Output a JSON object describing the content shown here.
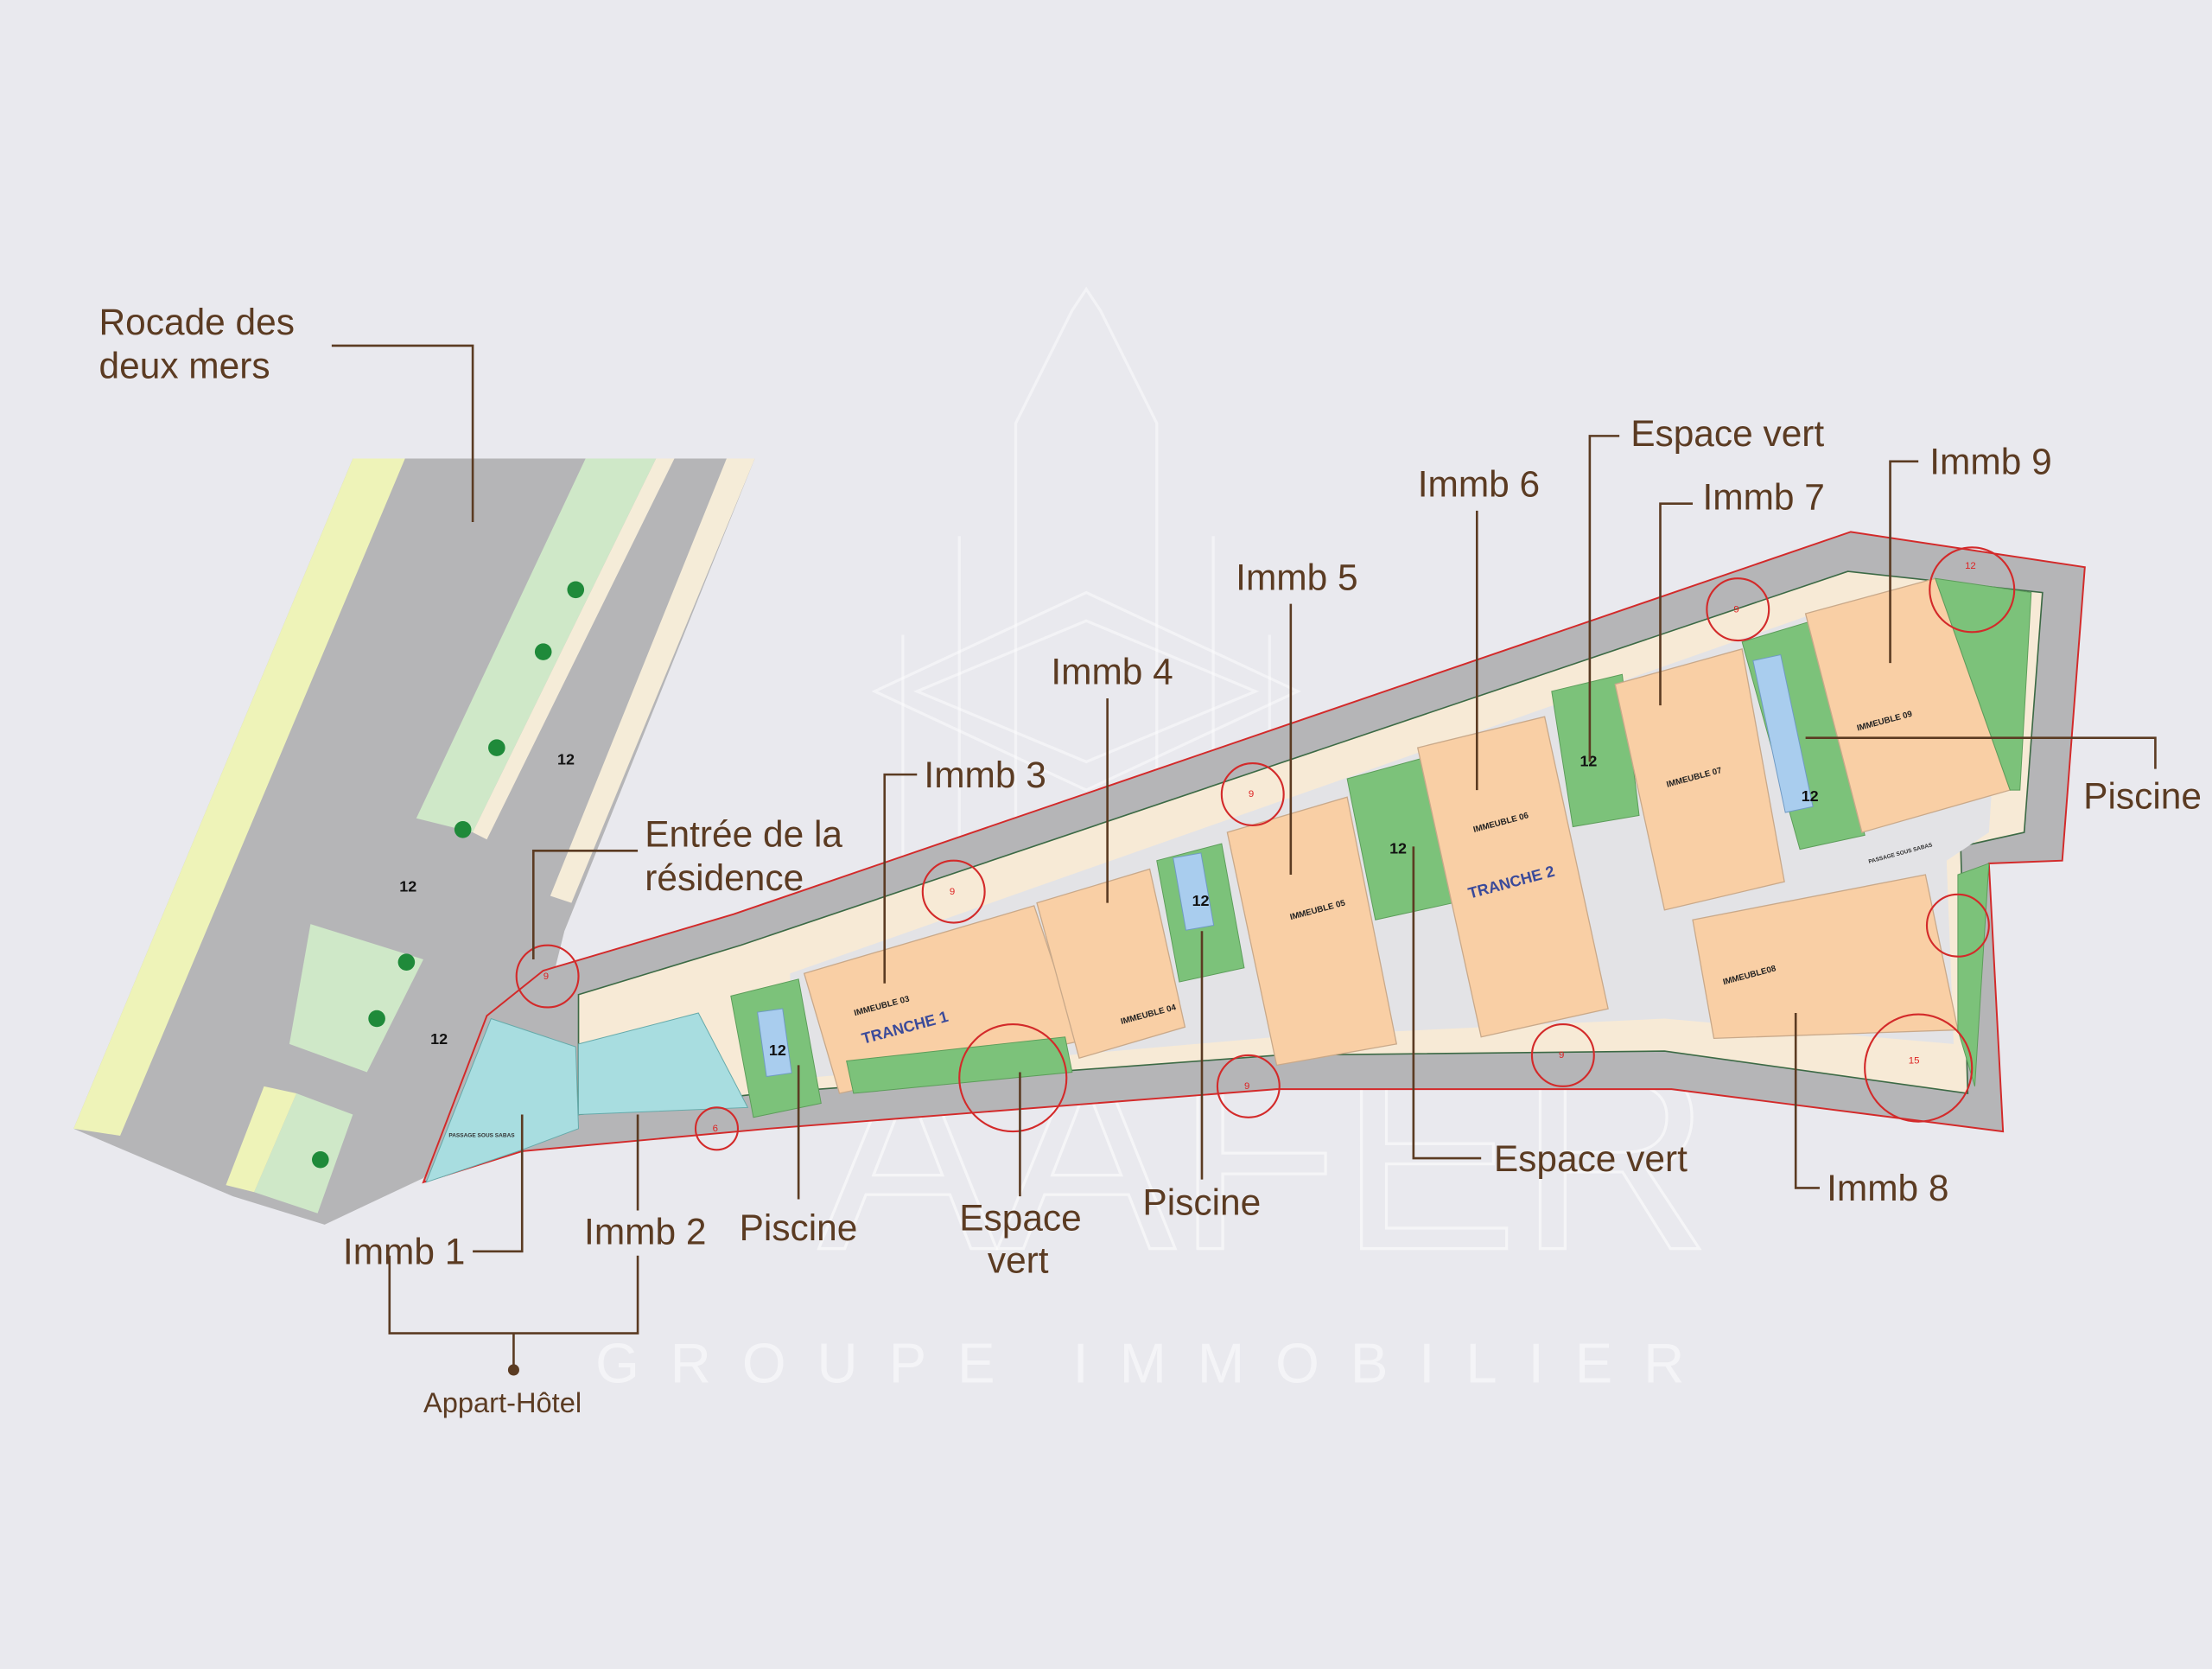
{
  "labels": {
    "rocade": [
      "Rocade des",
      "deux mers"
    ],
    "entree": [
      "Entrée de la",
      "résidence"
    ],
    "immb1": "Immb 1",
    "immb2": "Immb 2",
    "immb3": "Immb 3",
    "immb4": "Immb 4",
    "immb5": "Immb 5",
    "immb6": "Immb 6",
    "immb7": "Immb 7",
    "immb8": "Immb 8",
    "immb9": "Immb 9",
    "espace_vert_top": "Espace vert",
    "espace_vert_right": "Espace vert",
    "espace_vert_bottom": [
      "Espace",
      "vert"
    ],
    "piscine_left": "Piscine",
    "piscine_center": "Piscine",
    "piscine_right": "Piscine",
    "appart_hotel": "Appart-Hôtel"
  },
  "plan": {
    "buildings": [
      "IMMEUBLE 03",
      "IMMEUBLE 04",
      "IMMEUBLE 05",
      "IMMEUBLE 06",
      "IMMEUBLE 07",
      "IMMEUBLE08",
      "IMMEUBLE 09"
    ],
    "tranches": [
      "TRANCHE 1",
      "TRANCHE 2"
    ],
    "passage": "PASSAGE SOUS SABAS",
    "road_widths": [
      "12",
      "12",
      "12",
      "12",
      "12",
      "12",
      "12",
      "12"
    ],
    "circle_numbers": [
      "9",
      "9",
      "9",
      "9",
      "9",
      "9",
      "12",
      "15",
      "6"
    ]
  },
  "watermark": {
    "brand": "AAFER",
    "tagline": "GROUPE IMMOBILIER"
  },
  "colors": {
    "label": "#5b3b22",
    "building": "#f9cfa5",
    "green": "#7cc27a",
    "pool": "#a9cdee",
    "boundary": "#d32a2a"
  }
}
